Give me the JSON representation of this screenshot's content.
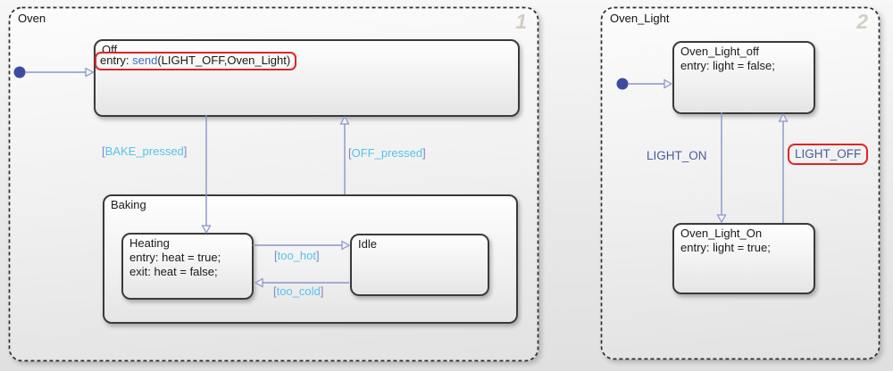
{
  "syntax": {
    "bracket_open": "[",
    "bracket_close": "]"
  },
  "charts": {
    "oven": {
      "title": "Oven",
      "badge": "1",
      "states": {
        "off": {
          "name": "Off",
          "entry_prefix": "entry: ",
          "entry_keyword": "send",
          "entry_suffix": "(LIGHT_OFF,Oven_Light)"
        },
        "baking": {
          "name": "Baking"
        },
        "heating": {
          "name": "Heating",
          "line1": "entry: heat = true;",
          "line2": "exit: heat = false;"
        },
        "idle": {
          "name": "Idle"
        }
      },
      "transitions": {
        "bake": {
          "label": "BAKE_pressed"
        },
        "off_pressed": {
          "label": "OFF_pressed"
        },
        "too_hot": {
          "label": "too_hot"
        },
        "too_cold": {
          "label": "too_cold"
        }
      }
    },
    "oven_light": {
      "title": "Oven_Light",
      "badge": "2",
      "states": {
        "light_off": {
          "name": "Oven_Light_off",
          "line1": "entry: light = false;"
        },
        "light_on": {
          "name": "Oven_Light_On",
          "line1": "entry: light = true;"
        }
      },
      "transitions": {
        "light_on": {
          "label": "LIGHT_ON"
        },
        "light_off": {
          "label": "LIGHT_OFF"
        }
      }
    }
  },
  "colors": {
    "wire": "#8b94c9",
    "init": "#3e4b9e",
    "cond": "#55c3ea",
    "bracket": "#7d88c4",
    "event": "#4b5a9d",
    "keyword": "#3f6fc0",
    "hilite": "#dd2525",
    "border": "#3a3a3a",
    "dash": "#2e2e2e",
    "badge": "#d2cec2"
  }
}
